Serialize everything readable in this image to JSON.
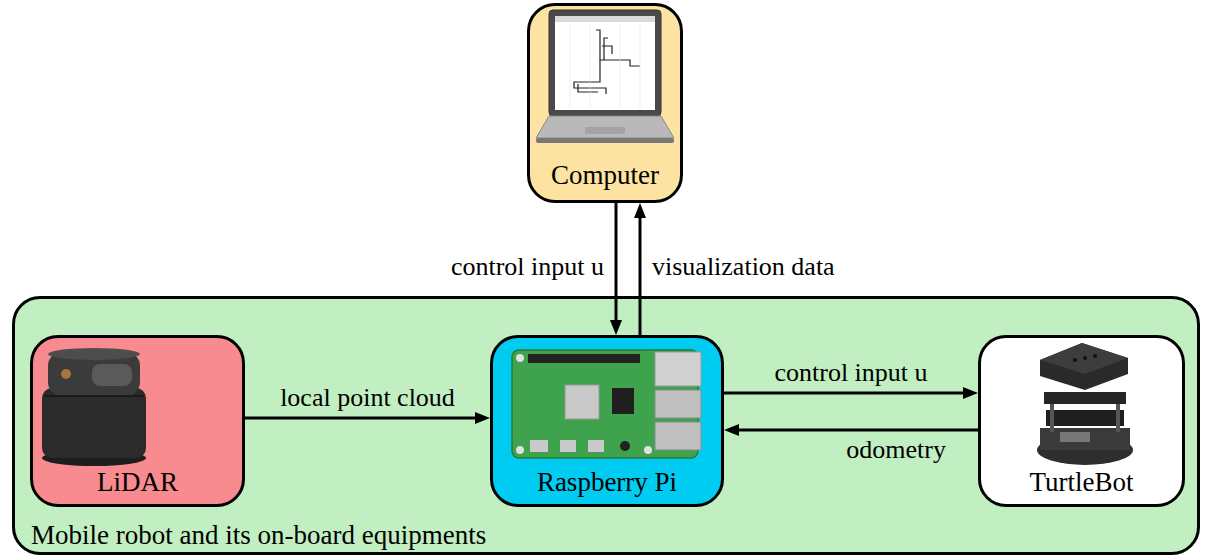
{
  "diagram": {
    "nodes": [
      {
        "text": [
          "Computer"
        ]
      },
      {
        "text": [
          "Mobile robot and its on-board equipments"
        ]
      },
      {
        "text": [
          "LiDAR"
        ],
        "in": 1
      },
      {
        "text": [
          "Raspberry Pi"
        ],
        "in": 1
      },
      {
        "text": [
          "TurtleBot"
        ],
        "in": 1
      }
    ],
    "edges": [
      {
        "from": 0,
        "to": 3,
        "label": "control input u",
        "arrow": "to"
      },
      {
        "from": 3,
        "to": 0,
        "label": "visualization data",
        "arrow": "to"
      },
      {
        "from": 2,
        "to": 3,
        "label": "local point cloud",
        "arrow": "to"
      },
      {
        "from": 3,
        "to": 4,
        "label": "control input u",
        "arrow": "to"
      },
      {
        "from": 4,
        "to": 3,
        "label": "odometry",
        "arrow": "to"
      }
    ]
  }
}
